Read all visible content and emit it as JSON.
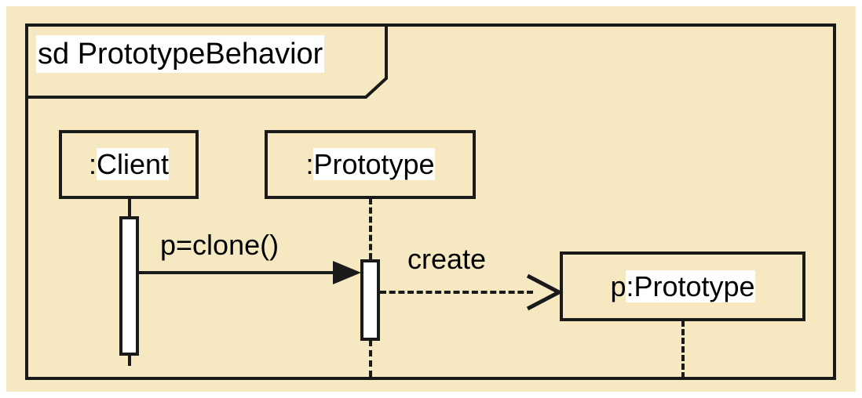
{
  "diagram": {
    "kind": "uml-sequence-diagram",
    "frame": {
      "keyword": "sd",
      "name": "PrototypeBehavior",
      "label": "sd PrototypeBehavior"
    },
    "colors": {
      "canvas": "#ffffff",
      "background": "#f6e9c2",
      "stroke": "#1a1a1a",
      "activation_fill": "#ffffff",
      "text_highlight": "#ffffff",
      "text": "#000000"
    },
    "lifelines": [
      {
        "id": "client",
        "label": ":Client",
        "label_plain": ":",
        "label_highlight": "Client",
        "line_style": "solid",
        "has_activation": true
      },
      {
        "id": "prototype",
        "label": ":Prototype",
        "label_plain": ":",
        "label_highlight": "Prototype",
        "line_style": "dashed",
        "has_activation": true
      },
      {
        "id": "p-prototype",
        "label": "p:Prototype",
        "label_plain": "p",
        "label_highlight": ":Prototype",
        "line_style": "dashed",
        "has_activation": false,
        "created": true
      }
    ],
    "messages": [
      {
        "id": "clone",
        "label": "p=clone()",
        "label_plain": "p=",
        "label_highlight": "clone()",
        "from": "client",
        "to": "prototype",
        "line_style": "solid",
        "arrowhead": "filled-triangle",
        "kind": "synchronous-call"
      },
      {
        "id": "create",
        "label": "create",
        "label_plain": "",
        "label_highlight": "create",
        "from": "prototype",
        "to": "p-prototype",
        "line_style": "dashed",
        "arrowhead": "open",
        "kind": "create-message"
      }
    ]
  }
}
